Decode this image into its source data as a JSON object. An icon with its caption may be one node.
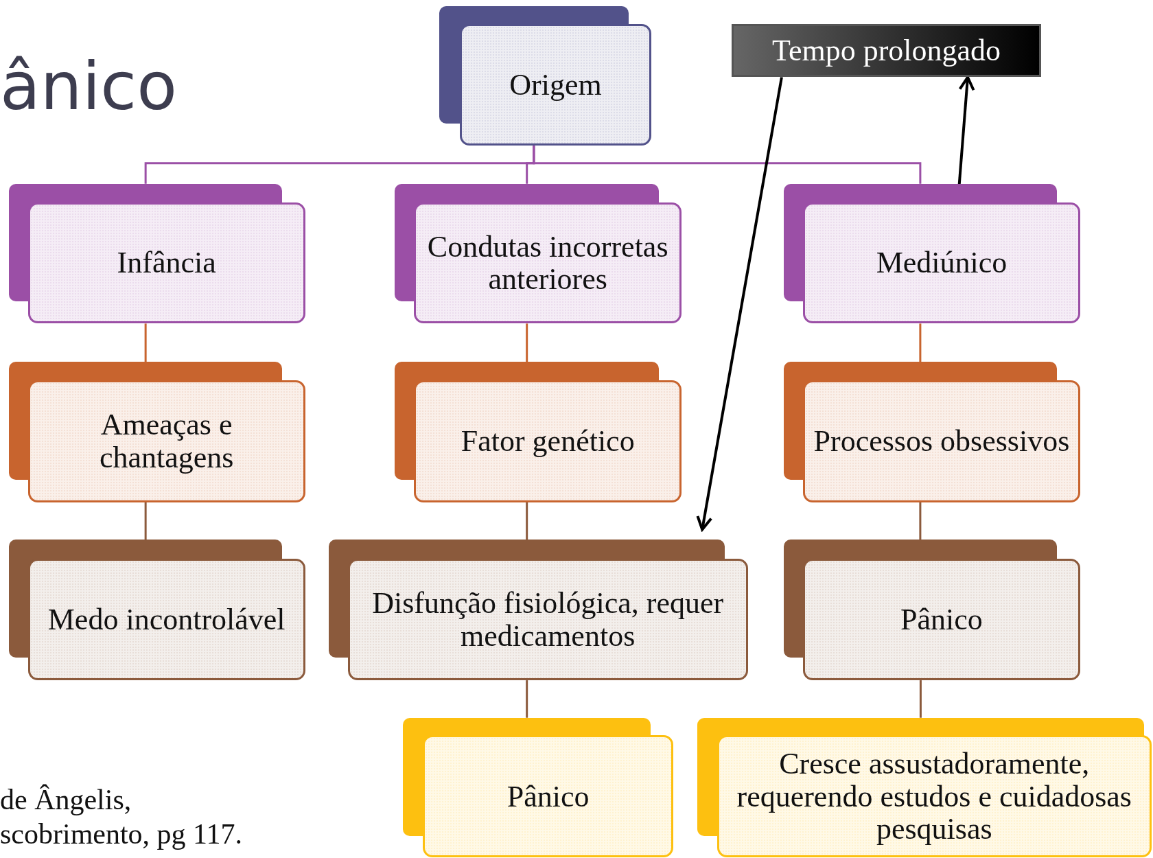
{
  "diagram": {
    "title": "ânico",
    "nodes": [
      {
        "text": [
          "Origem"
        ]
      },
      {
        "text": [
          "Tempo prolongado"
        ]
      },
      {
        "text": [
          "Infância"
        ]
      },
      {
        "text": [
          "Condutas incorretas anteriores"
        ]
      },
      {
        "text": [
          "Mediúnico"
        ]
      },
      {
        "text": [
          "Ameaças e chantagens"
        ]
      },
      {
        "text": [
          "Fator genético"
        ]
      },
      {
        "text": [
          "Processos obsessivos"
        ]
      },
      {
        "text": [
          "Medo incontrolável"
        ]
      },
      {
        "text": [
          "Disfunção fisiológica, requer medicamentos"
        ]
      },
      {
        "text": [
          "Pânico"
        ]
      },
      {
        "text": [
          "Pânico"
        ]
      },
      {
        "text": [
          "Cresce assustadoramente, requerendo estudos e cuidadosas pesquisas"
        ]
      }
    ],
    "edges": [
      {
        "from": 0,
        "to": 2,
        "arrow": "none",
        "color": "#9b4fa6"
      },
      {
        "from": 0,
        "to": 3,
        "arrow": "none",
        "color": "#9b4fa6"
      },
      {
        "from": 0,
        "to": 4,
        "arrow": "none",
        "color": "#9b4fa6"
      },
      {
        "from": 2,
        "to": 5,
        "arrow": "none",
        "color": "#c8642e"
      },
      {
        "from": 3,
        "to": 6,
        "arrow": "none",
        "color": "#c8642e"
      },
      {
        "from": 4,
        "to": 7,
        "arrow": "none",
        "color": "#c8642e"
      },
      {
        "from": 5,
        "to": 8,
        "arrow": "none",
        "color": "#8b5a3c"
      },
      {
        "from": 6,
        "to": 9,
        "arrow": "none",
        "color": "#8b5a3c"
      },
      {
        "from": 7,
        "to": 10,
        "arrow": "none",
        "color": "#8b5a3c"
      },
      {
        "from": 9,
        "to": 11,
        "arrow": "none",
        "color": "#8b5a3c"
      },
      {
        "from": 10,
        "to": 12,
        "arrow": "none",
        "color": "#8b5a3c"
      },
      {
        "from": 4,
        "to": 1,
        "arrow": "to",
        "color": "#000000"
      },
      {
        "from": 1,
        "to": 9,
        "arrow": "to",
        "color": "#000000"
      }
    ],
    "labels": [
      "de Ângelis,",
      "scobrimento, pg 117."
    ]
  }
}
